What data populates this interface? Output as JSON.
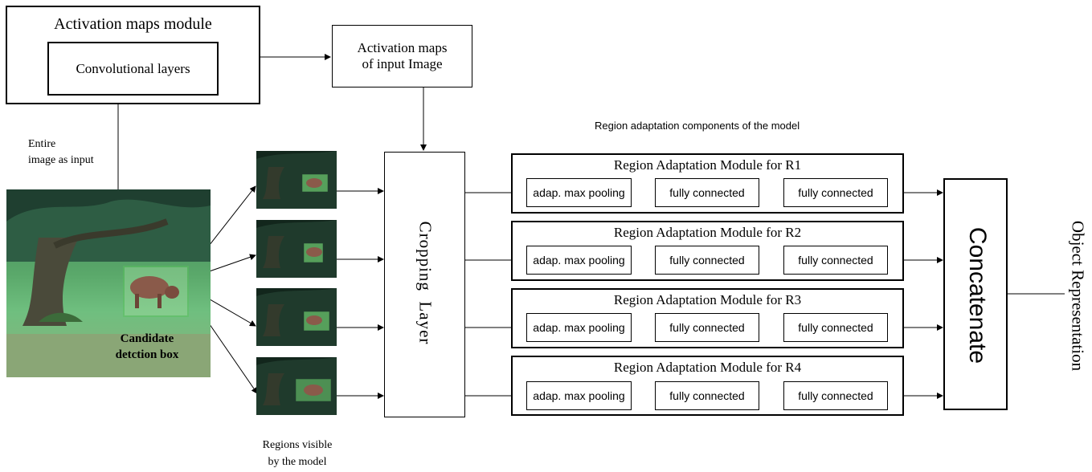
{
  "activation_module": {
    "title": "Activation maps module",
    "conv_label": "Convolutional layers"
  },
  "activation_maps_label": [
    "Activation maps",
    "of input Image"
  ],
  "entire_image_label": [
    "Entire",
    "image as input"
  ],
  "candidate_label": [
    "Candidate",
    "detction box"
  ],
  "regions_label": [
    "Regions visible",
    "by the model"
  ],
  "cropping_layer_label": "Cropping  Layer",
  "region_components_label": "Region adaptation components of the model",
  "region_modules": [
    {
      "title": "Region Adaptation Module for R1",
      "steps": [
        "adap. max pooling",
        "fully connected",
        "fully connected"
      ]
    },
    {
      "title": "Region Adaptation Module for R2",
      "steps": [
        "adap. max pooling",
        "fully connected",
        "fully connected"
      ]
    },
    {
      "title": "Region Adaptation Module for R3",
      "steps": [
        "adap. max pooling",
        "fully connected",
        "fully connected"
      ]
    },
    {
      "title": "Region Adaptation Module for R4",
      "steps": [
        "adap. max pooling",
        "fully connected",
        "fully connected"
      ]
    }
  ],
  "concatenate_label": "Concatenate",
  "output_label": "Object Representation",
  "colors": {
    "grass": "#5aa86a",
    "dark_scene": "#1f3a2c",
    "box_green": "#7be37b",
    "cow": "#8a5a4a"
  },
  "icons": {
    "input_photo": "tree-and-cow-photo",
    "region_thumbs": "cropped-region-thumbnail"
  }
}
